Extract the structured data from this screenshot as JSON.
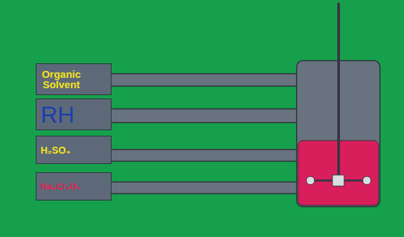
{
  "diagram": {
    "nodes": [
      {
        "text": [
          "Organic Solvent"
        ]
      },
      {
        "text": [
          "RH"
        ]
      },
      {
        "text": [
          "H₂SO₄"
        ]
      },
      {
        "text": [
          "Na₂Cr₂O₇"
        ]
      }
    ]
  }
}
